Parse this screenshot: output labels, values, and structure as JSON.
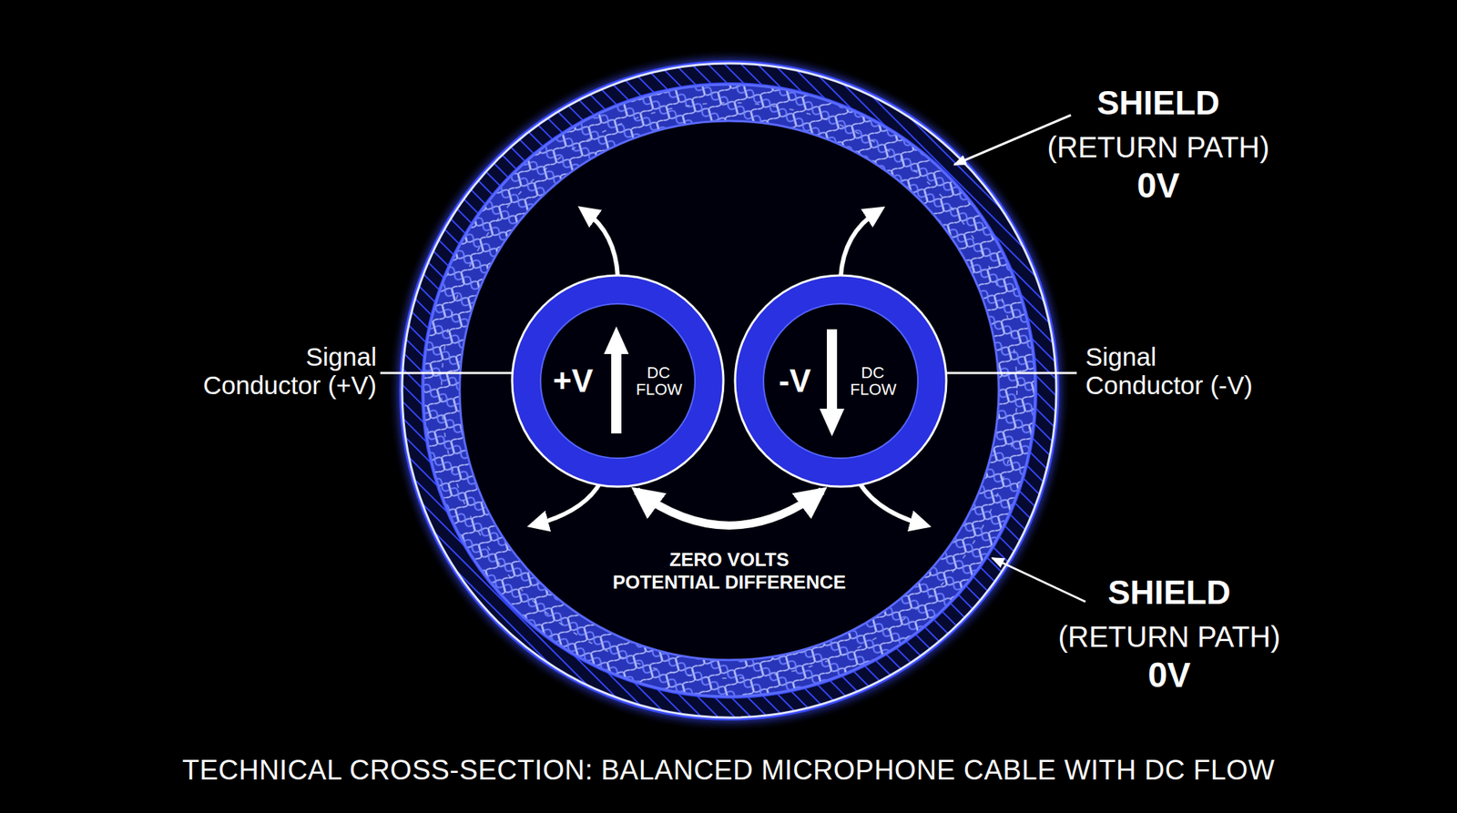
{
  "diagram": {
    "caption": "TECHNICAL CROSS-SECTION: BALANCED MICROPHONE CABLE WITH DC FLOW",
    "nodes": [
      {
        "text": [
          "+V",
          "DC FLOW"
        ]
      },
      {
        "text": [
          "-V",
          "DC FLOW"
        ]
      }
    ],
    "edges": [
      {
        "from": 0,
        "to": 1,
        "arrow": "both",
        "label": "ZERO VOLTS POTENTIAL DIFFERENCE"
      }
    ],
    "labels": [
      "Signal Conductor (+V)",
      "Signal Conductor (-V)",
      "SHIELD",
      "(RETURN PATH)",
      "0V",
      "SHIELD",
      "(RETURN PATH)",
      "0V"
    ]
  }
}
